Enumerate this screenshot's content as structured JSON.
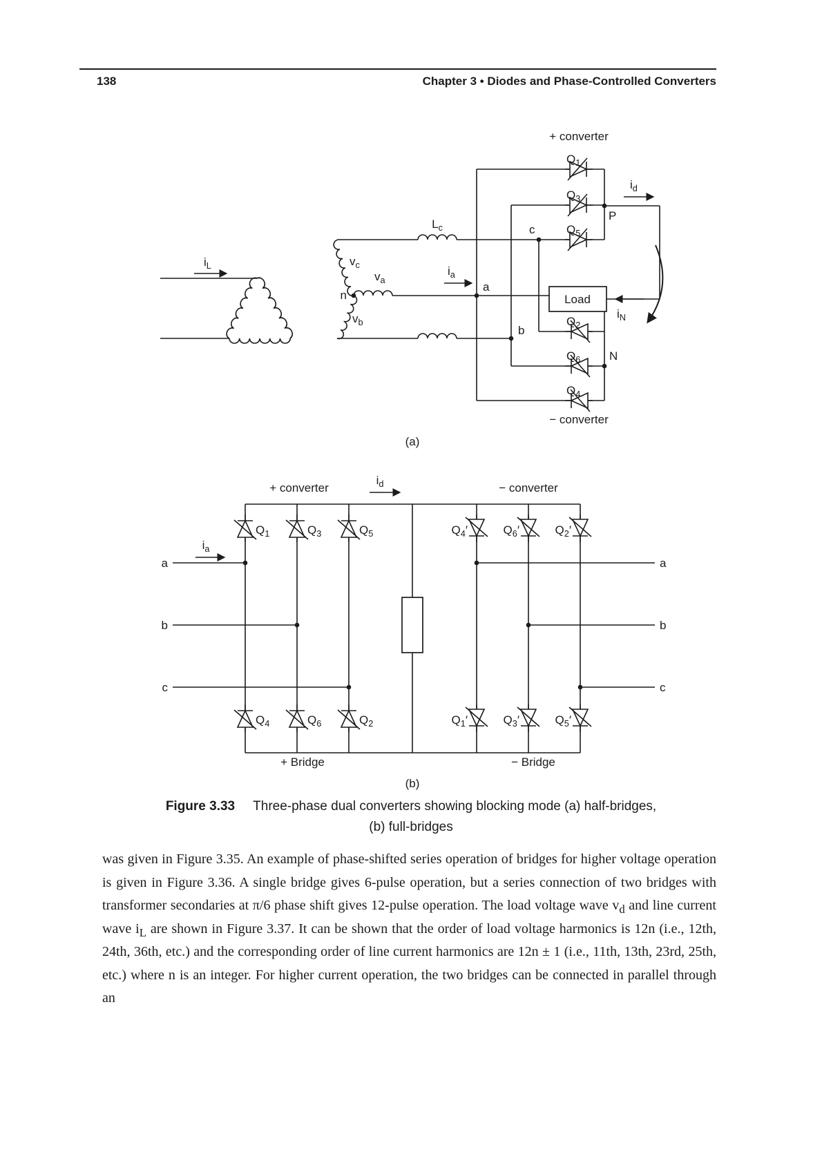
{
  "page": {
    "number": "138",
    "chapter_header": "Chapter 3 • Diodes and Phase-Controlled Converters"
  },
  "figure": {
    "caption_label": "Figure 3.33",
    "caption_line1": "Three-phase dual converters showing blocking mode (a) half-bridges,",
    "caption_line2": "(b) full-bridges",
    "sub_a": "(a)",
    "sub_b": "(b)"
  },
  "diagram_a": {
    "plus_converter": "+ converter",
    "minus_converter": "− converter",
    "labels": {
      "iL": "i_L",
      "ia": "i_a",
      "id": "i_d",
      "iN": "i_N",
      "Lc": "L_c",
      "vc": "v_c",
      "va": "v_a",
      "vb": "v_b",
      "n": "n",
      "a": "a",
      "b": "b",
      "c": "c",
      "P": "P",
      "N": "N",
      "load": "Load",
      "Q1": "Q_1",
      "Q3": "Q_3",
      "Q5": "Q_5",
      "Q2": "Q_2",
      "Q6": "Q_6",
      "Q4": "Q_4"
    }
  },
  "diagram_b": {
    "plus_converter": "+ converter",
    "minus_converter": "− converter",
    "id": "i_d",
    "ia": "i_a",
    "plus_bridge": "+ Bridge",
    "minus_bridge": "− Bridge",
    "left_top": [
      "Q_1",
      "Q_3",
      "Q_5"
    ],
    "left_bottom": [
      "Q_4",
      "Q_6",
      "Q_2"
    ],
    "right_top": [
      "Q_4′",
      "Q_6′",
      "Q_2′"
    ],
    "right_bottom": [
      "Q_1′",
      "Q_3′",
      "Q_5′"
    ],
    "phase_left": [
      "a",
      "b",
      "c"
    ],
    "phase_right": [
      "a",
      "b",
      "c"
    ]
  },
  "body": {
    "paragraph": "was given in Figure 3.35. An example of phase-shifted series operation of bridges for higher voltage operation is given in Figure 3.36. A single bridge gives 6-pulse operation, but a series connection of two bridges with transformer secondaries at π/6 phase shift gives 12-pulse operation. The load voltage wave v_d and line current wave i_L are shown in Figure 3.37. It can be shown that the order of load voltage harmonics is 12n (i.e., 12th, 24th, 36th, etc.) and the corresponding order of line current harmonics are 12n ± 1 (i.e., 11th, 13th, 23rd, 25th, etc.) where n is an integer. For higher current operation, the two bridges can be connected in parallel through an"
  }
}
